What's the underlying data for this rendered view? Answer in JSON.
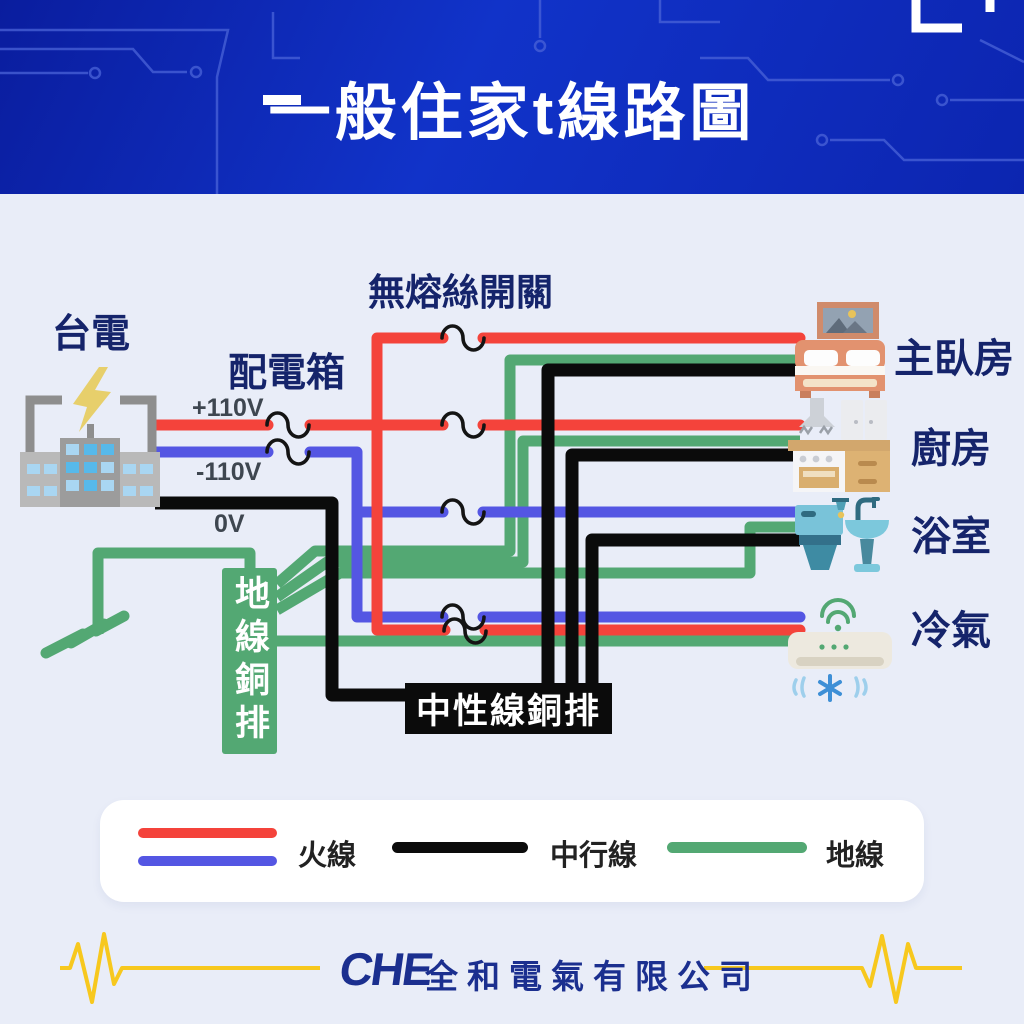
{
  "header": {
    "title": "一般住家t線路圖"
  },
  "labels": {
    "taipower": "台電",
    "panel": "配電箱",
    "breaker": "無熔絲開關",
    "v_plus": "+110V",
    "v_minus": "-110V",
    "v_zero": "0V",
    "ground_bar": "地線銅排",
    "neutral_bar": "中性線銅排"
  },
  "rooms": [
    {
      "label": "主臥房",
      "icon": "bed-icon"
    },
    {
      "label": "廚房",
      "icon": "kitchen-icon"
    },
    {
      "label": "浴室",
      "icon": "bathroom-icon"
    },
    {
      "label": "冷氣",
      "icon": "air-conditioner-icon"
    }
  ],
  "legend": [
    {
      "label": "火線",
      "colors": [
        "#F4433B",
        "#5456E3"
      ]
    },
    {
      "label": "中行線",
      "colors": [
        "#0B0B0B"
      ]
    },
    {
      "label": "地線",
      "colors": [
        "#53A873"
      ]
    }
  ],
  "footer": {
    "logo": "CHE",
    "company": "全和電氣有限公司"
  },
  "colors": {
    "live_red": "#F4433B",
    "live_blue": "#5456E3",
    "neutral_black": "#0B0B0B",
    "ground_green": "#53A873",
    "background": "#E9EDF8",
    "header_blue": "#1133C9",
    "navy_text": "#15246B",
    "accent_yellow": "#F7C81E"
  }
}
